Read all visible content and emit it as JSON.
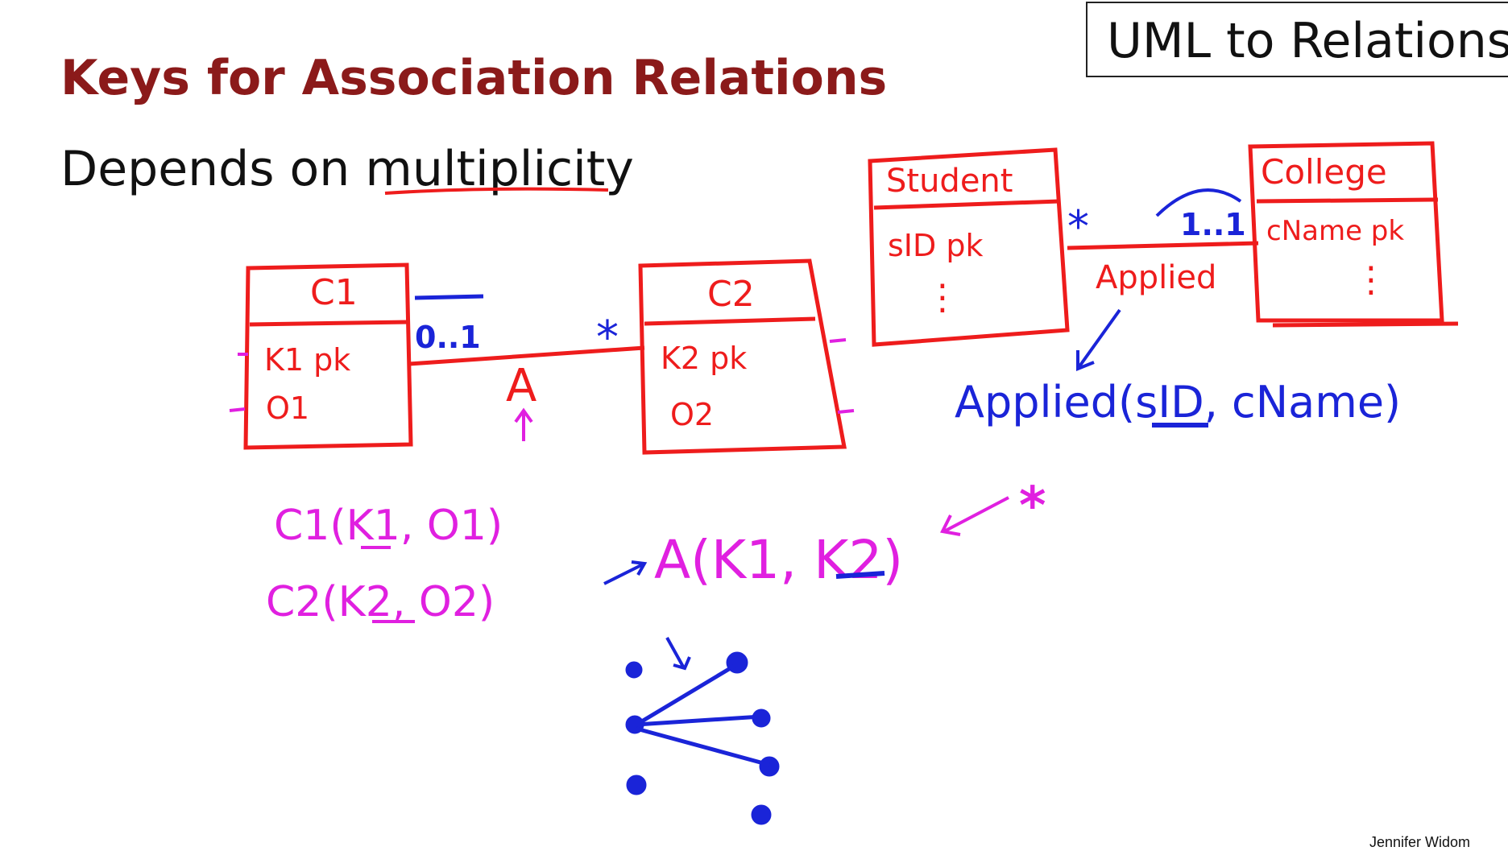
{
  "header": {
    "topic": "UML to Relations",
    "title": "Keys for Association Relations",
    "subtitle": "Depends on multiplicity"
  },
  "diagram_left": {
    "class1": {
      "name": "C1",
      "attr1": "K1 pk",
      "attr2": "O1"
    },
    "class2": {
      "name": "C2",
      "attr1": "K2 pk",
      "attr2": "O2"
    },
    "mult_left": "0..1",
    "mult_right": "*",
    "association": "A"
  },
  "relations_left": {
    "c1_schema": "C1(K1, O1)",
    "c2_schema": "C2(K2, O2)",
    "a_schema": "A(K1, K2)",
    "star": "*"
  },
  "diagram_right": {
    "class1": {
      "name": "Student",
      "attr1": "sID pk",
      "attr2": "⋮"
    },
    "class2": {
      "name": "College",
      "attr1": "cName pk",
      "attr2": "⋮"
    },
    "mult_left": "*",
    "mult_right": "1..1",
    "association": "Applied",
    "schema": "Applied(sID, cName)"
  },
  "footer": {
    "author": "Jennifer Widom"
  },
  "colors": {
    "red": "#ee1c1c",
    "magenta": "#e020e0",
    "blue": "#1a24d8",
    "title": "#8b1a1a"
  }
}
